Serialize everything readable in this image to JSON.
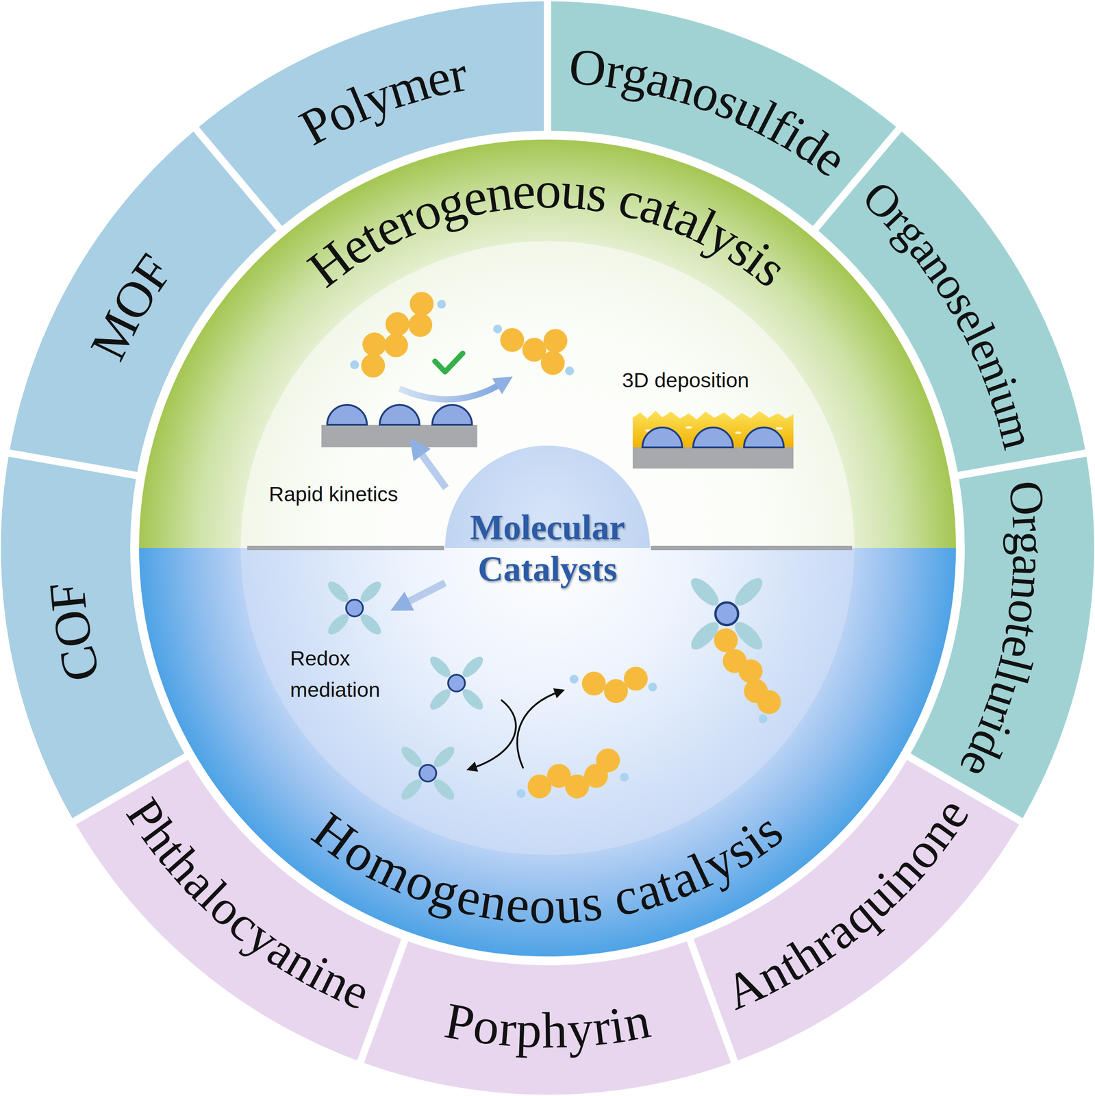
{
  "diagram": {
    "nodes": [
      {
        "text": [
          "Polymer"
        ]
      },
      {
        "text": [
          "Organosulfide"
        ]
      },
      {
        "text": [
          "Organoselenium"
        ]
      },
      {
        "text": [
          "Organotelluride"
        ]
      },
      {
        "text": [
          "Anthraquinone"
        ]
      },
      {
        "text": [
          "Porphyrin"
        ]
      },
      {
        "text": [
          "Phthalocyanine"
        ]
      },
      {
        "text": [
          "COF"
        ]
      },
      {
        "text": [
          "MOF"
        ]
      },
      {
        "text": [
          "Heterogeneous catalysis"
        ]
      },
      {
        "text": [
          "Molecular Catalysts"
        ]
      },
      {
        "text": [
          "Homogeneous catalysis"
        ]
      }
    ],
    "edges": [],
    "labels": [
      "Rapid kinetics",
      "3D deposition",
      "Redox mediation"
    ]
  }
}
